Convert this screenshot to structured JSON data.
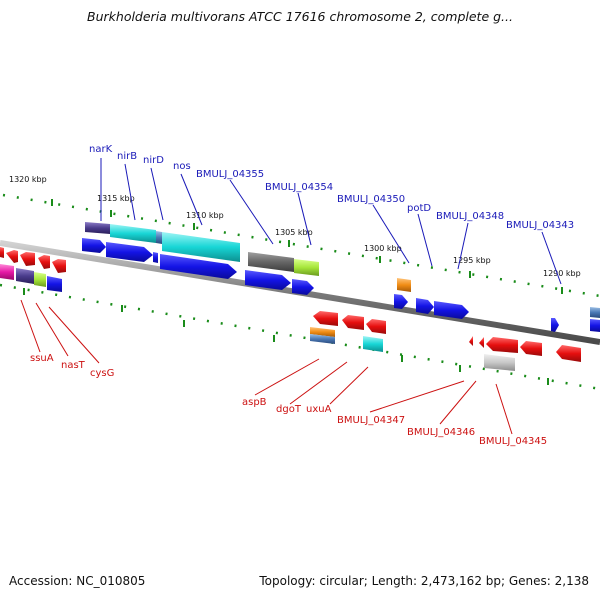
{
  "title": "Burkholderia multivorans ATCC 17616 chromosome 2, complete g...",
  "footer": {
    "accession": "Accession: NC_010805",
    "summary": "Topology: circular; Length: 2,473,162 bp; Genes: 2,138"
  },
  "scale_labels": [
    "1320 kbp",
    "1315 kbp",
    "1310 kbp",
    "1305 kbp",
    "1300 kbp",
    "1295 kbp",
    "1290 kbp"
  ],
  "genes_forward": [
    "narK",
    "nirB",
    "nirD",
    "nos",
    "BMULJ_04355",
    "BMULJ_04354",
    "BMULJ_04350",
    "potD",
    "BMULJ_04348",
    "BMULJ_04343"
  ],
  "genes_reverse": [
    "ssuA",
    "nasT",
    "cysG",
    "aspB",
    "dgoT",
    "uxuA",
    "BMULJ_04347",
    "BMULJ_04346",
    "BMULJ_04345"
  ],
  "colors": {
    "forward_strand": "#1414e6",
    "reverse_strand": "#e60f0f",
    "cog_cyan": "#18d6d6",
    "cog_gray": "#666666",
    "cog_green": "#a6e63a",
    "cog_orange": "#f08c14",
    "cog_purple": "#4a3c8c",
    "cog_magenta": "#e619a6",
    "tick": "#1a8c1a",
    "backbone": "#8c8c8c"
  }
}
